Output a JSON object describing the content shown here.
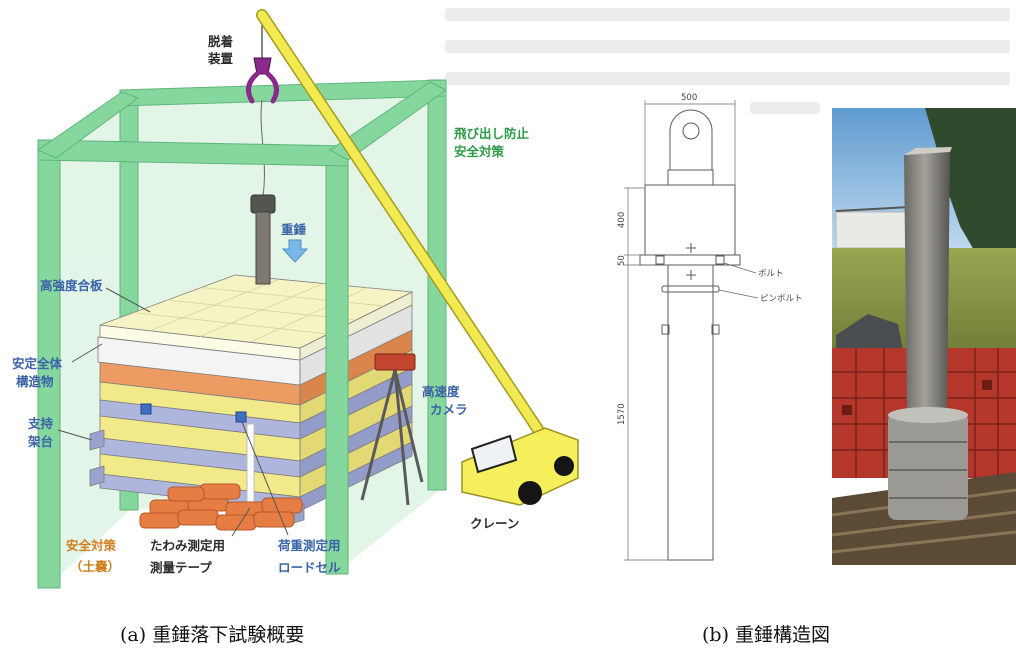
{
  "panel_a": {
    "caption": "(a) 重錘落下試験概要",
    "labels": {
      "detach_device": [
        "脱着",
        "装置"
      ],
      "fall_prevention": [
        "飛び出し防止",
        "安全対策"
      ],
      "weight": "重錘",
      "plywood": "高強度合板",
      "whole_structure": [
        "安定全体",
        "構造物"
      ],
      "support_frame": [
        "支持",
        "架台"
      ],
      "camera": [
        "高速度",
        "カメラ"
      ],
      "sandbag_safety": [
        "安全対策",
        "（土嚢）"
      ],
      "deflection_tape": [
        "たわみ測定用",
        "測量テープ"
      ],
      "load_cell": [
        "荷重測定用",
        "ロードセル"
      ],
      "crane": "クレーン"
    }
  },
  "panel_b": {
    "caption": "(b) 重錘構造図",
    "drawing": {
      "dim_width": "500",
      "dim_upper": "400",
      "dim_plate": "50",
      "dim_shaft": "1570",
      "bolt_label": "ボルト",
      "pin_bolt_label": "ピンボルト"
    }
  },
  "colors": {
    "frame_green": "#86d79e",
    "crane_yellow": "#f2ea52",
    "claw_purple": "#8a2a8c",
    "label_blue": "#3a63a8",
    "label_green": "#2e9b48",
    "label_orange": "#d0801e",
    "brick_red": "#b5372c"
  }
}
